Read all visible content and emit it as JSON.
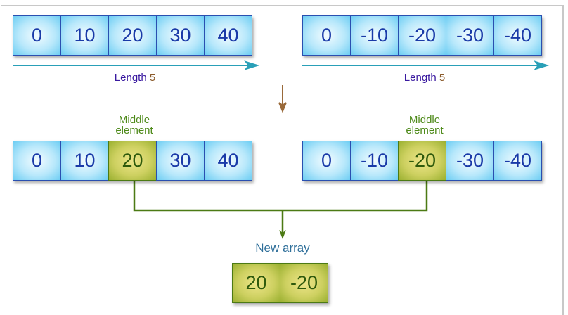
{
  "array1": [
    "0",
    "10",
    "20",
    "30",
    "40"
  ],
  "array2": [
    "0",
    "-10",
    "-20",
    "-30",
    "-40"
  ],
  "length_label": "Length",
  "length_value": "5",
  "middle_label_1": "Middle",
  "middle_label_2": "element",
  "new_array_label": "New array",
  "new_array": [
    "20",
    "-20"
  ],
  "colors": {
    "cell_border": "#2a4fb0",
    "highlight": "#cdd060",
    "arrow_teal": "#2aa0b8",
    "connector_green": "#4c7a14",
    "arrow_brown": "#9a6a3a"
  }
}
